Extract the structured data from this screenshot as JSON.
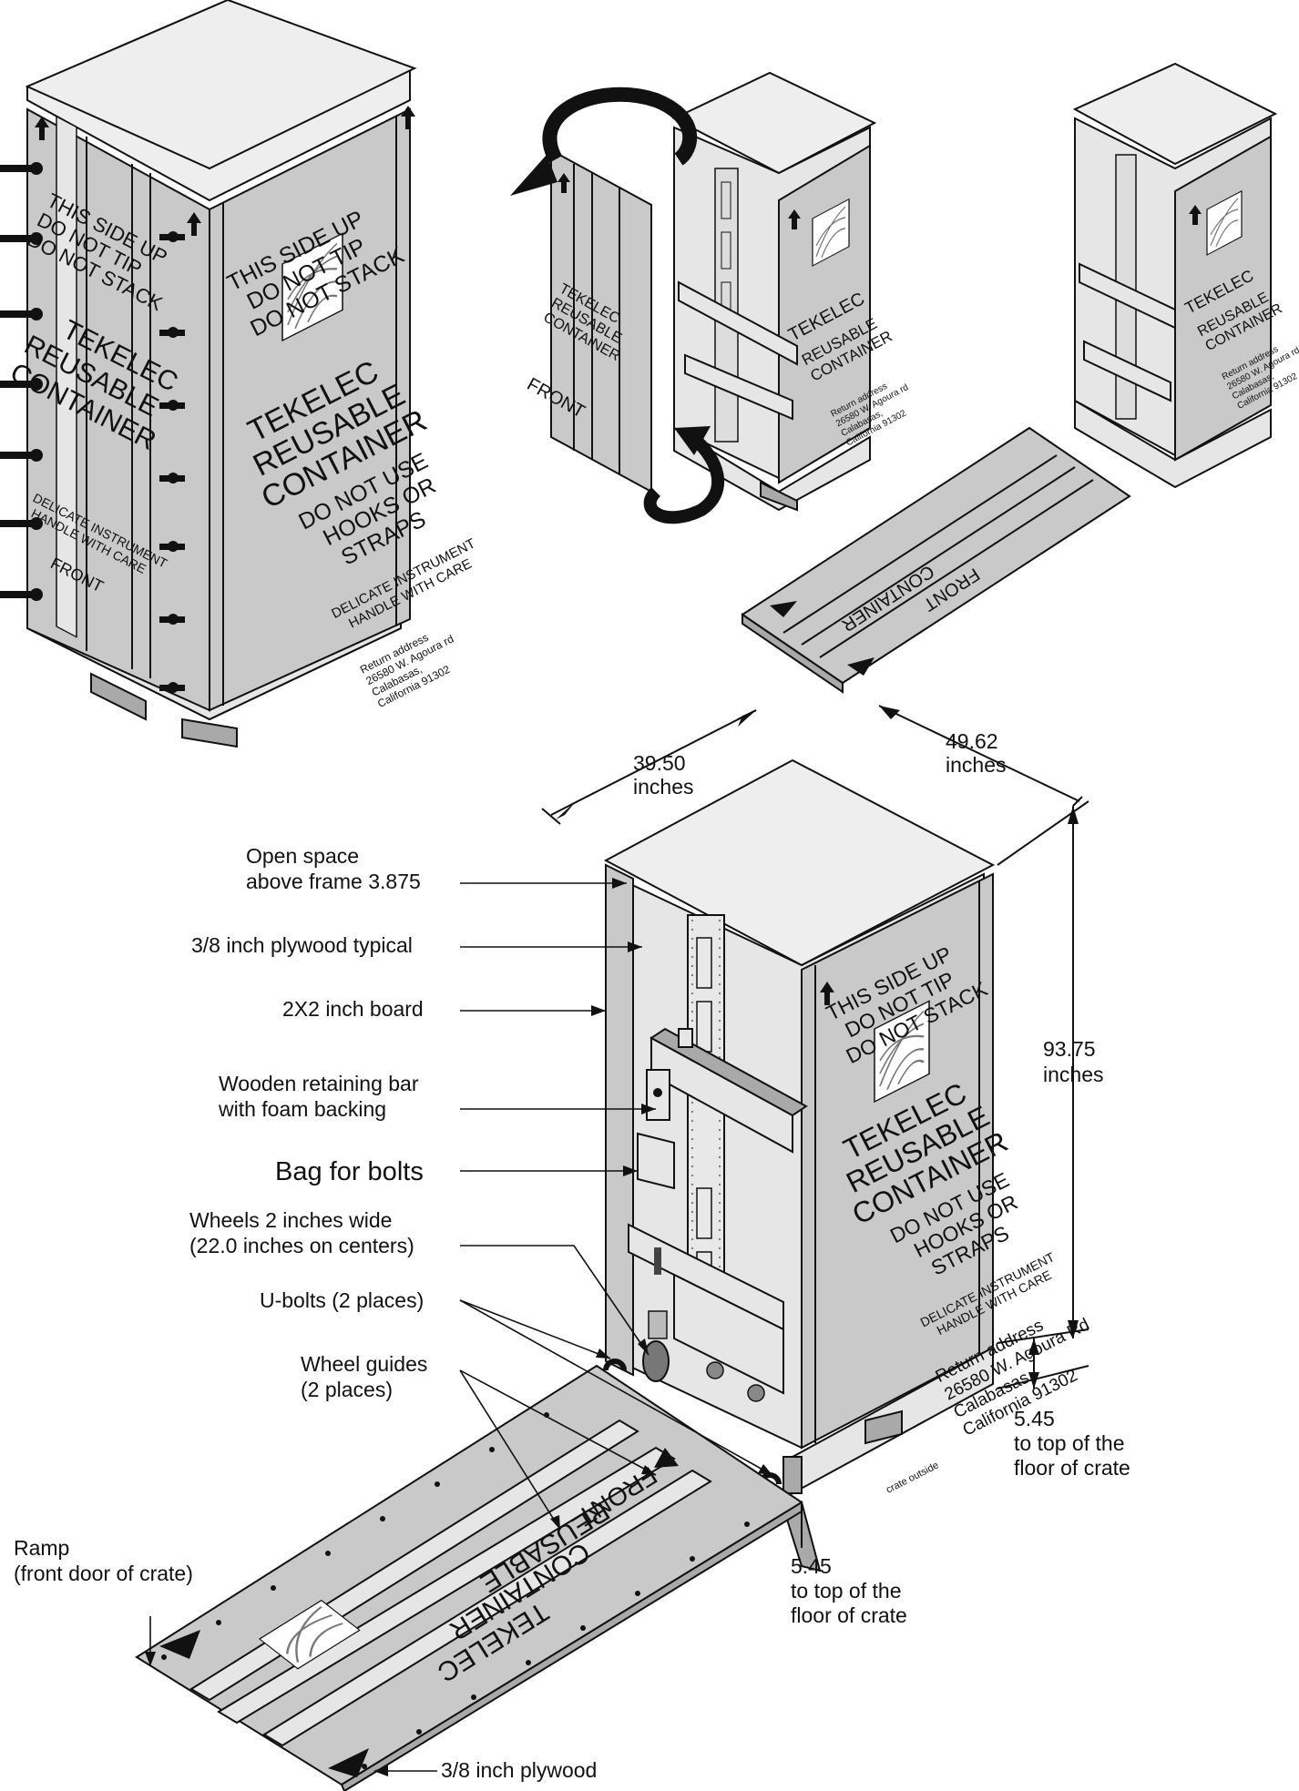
{
  "crate_text": {
    "this_side_up": "THIS SIDE UP",
    "do_not_tip": "DO NOT TIP",
    "do_not_stack": "DO NOT STACK",
    "brand": "TEKELEC",
    "reusable": "REUSABLE",
    "container": "CONTAINER",
    "do_not_use": "DO NOT USE",
    "hooks_or": "HOOKS OR",
    "straps": "STRAPS",
    "delicate": "DELICATE INSTRUMENT",
    "handle": "HANDLE WITH CARE",
    "return_address": "Return address",
    "street_small": "26580 W. Agoura rd",
    "street_large": "26580 W. Agoura Rd",
    "city": "Calabasas,",
    "state": "California 91302",
    "front": "FRONT",
    "crate_outside": "crate outside"
  },
  "dimensions": {
    "width": {
      "value": "39.50",
      "unit": "inches"
    },
    "depth": {
      "value": "49.62",
      "unit": "inches"
    },
    "height": {
      "value": "93.75",
      "unit": "inches"
    },
    "floor_right": {
      "value": "5.45",
      "line1": "to top of the",
      "line2": "floor of crate"
    },
    "floor_front": {
      "value": "5.45",
      "line1": "to top of the",
      "line2": "floor of crate"
    }
  },
  "callouts": {
    "open_space": [
      "Open space",
      "above frame 3.875"
    ],
    "plywood_typical": "3/8 inch plywood typical",
    "board": "2X2 inch board",
    "retaining_bar": [
      "Wooden retaining bar",
      "with foam backing"
    ],
    "bag": "Bag for bolts",
    "wheels": [
      "Wheels 2 inches wide",
      "(22.0 inches on centers)"
    ],
    "ubolts": "U-bolts (2 places)",
    "wheel_guides": [
      "Wheel guides",
      "(2 places)"
    ],
    "ramp": [
      "Ramp",
      "(front door of crate)"
    ],
    "plywood": "3/8 inch plywood"
  }
}
